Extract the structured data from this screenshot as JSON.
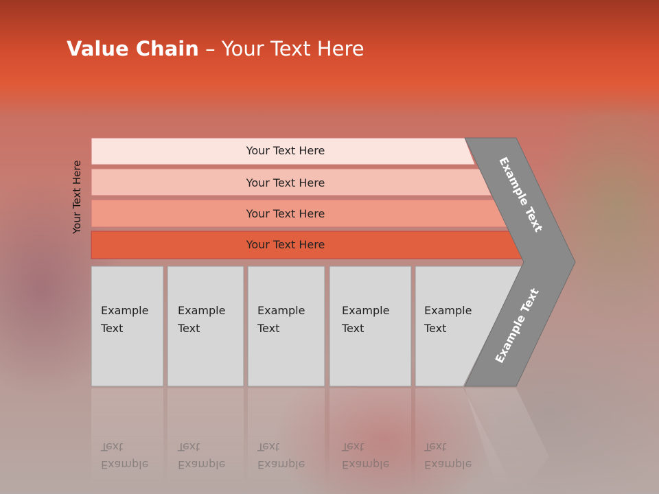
{
  "title": {
    "bold": "Value Chain",
    "rest": " – Your Text Here"
  },
  "side_label": "Your Text Here",
  "bands": [
    {
      "label": "Your Text Here",
      "color": "#fbe3de"
    },
    {
      "label": "Your Text Here",
      "color": "#f4c0b3"
    },
    {
      "label": "Your Text Here",
      "color": "#ee9a86"
    },
    {
      "label": "Your Text Here",
      "color": "#e06040"
    }
  ],
  "cards": [
    {
      "line1": "Example",
      "line2": "Text"
    },
    {
      "line1": "Example",
      "line2": "Text"
    },
    {
      "line1": "Example",
      "line2": "Text"
    },
    {
      "line1": "Example",
      "line2": "Text"
    },
    {
      "line1": "Example",
      "line2": "Text"
    }
  ],
  "arrow": {
    "upper_label": "Example Text",
    "lower_label": "Example Text",
    "color": "#8a8a8a"
  },
  "colors": {
    "title_band": "#d44d2f",
    "card_fill": "#d6d6d6",
    "card_stroke": "#9a9a9a"
  }
}
